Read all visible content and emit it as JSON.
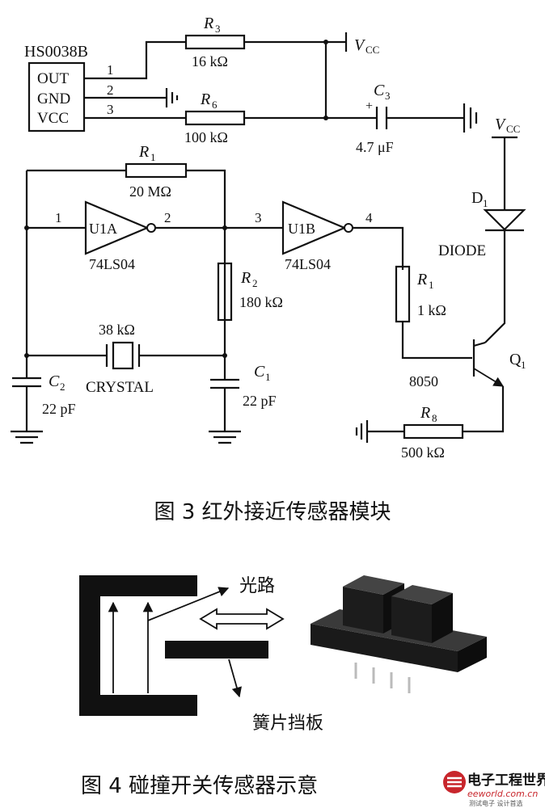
{
  "labels": {
    "hs": "HS0038B",
    "out": "OUT",
    "gnd": "GND",
    "vcc": "VCC",
    "pin1": "1",
    "pin2": "2",
    "pin3": "3",
    "vcc_top": "V",
    "vcc_sub": "CC",
    "vcc_right": "V",
    "vcc_right_sub": "CC",
    "r3": "R",
    "r3_sub": "3",
    "r3_val": "16 kΩ",
    "r6": "R",
    "r6_sub": "6",
    "r6_val": "100 kΩ",
    "c3": "C",
    "c3_sub": "3",
    "c3_val": "4.7 μF",
    "c3_plus": "+",
    "r1a": "R",
    "r1a_sub": "1",
    "r1a_val": "20 MΩ",
    "u1a": "U1A",
    "u1a_in": "1",
    "u1a_out": "2",
    "u1a_part": "74LS04",
    "u1b": "U1B",
    "u1b_in": "3",
    "u1b_out": "4",
    "u1b_part": "74LS04",
    "r2": "R",
    "r2_sub": "2",
    "r2_val": "180 kΩ",
    "r1b": "R",
    "r1b_sub": "1",
    "r1b_val": "1 kΩ",
    "d1": "D",
    "d1_sub": "1",
    "diode": "DIODE",
    "q1": "Q",
    "q1_sub": "1",
    "q1_part": "8050",
    "xtal_val": "38 kΩ",
    "xtal": "CRYSTAL",
    "c2": "C",
    "c2_sub": "2",
    "c2_val": "22 pF",
    "c1": "C",
    "c1_sub": "1",
    "c1_val": "22 pF",
    "r8": "R",
    "r8_sub": "8",
    "r8_val": "500 kΩ",
    "light_path": "光路",
    "reed": "簧片挡板"
  },
  "captions": {
    "fig3": "图 3   红外接近传感器模块",
    "fig4": "图 4   碰撞开关传感器示意"
  },
  "watermark": {
    "name": "电子工程世界",
    "site": "eeworld.com.cn",
    "tagline": "测试电子 设计首选"
  }
}
